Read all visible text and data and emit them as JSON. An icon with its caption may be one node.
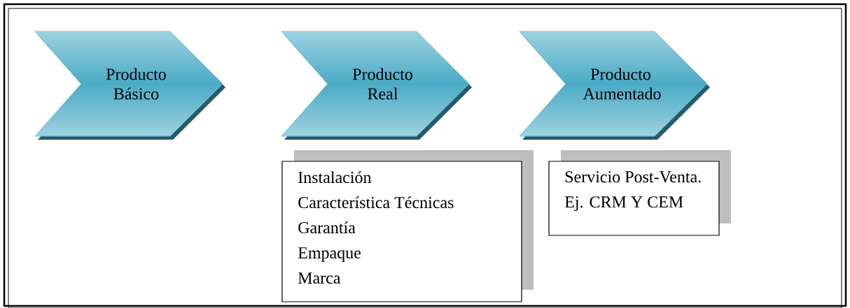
{
  "diagram": {
    "nodes": [
      {
        "text": [
          "Producto Básico"
        ]
      },
      {
        "text": [
          "Producto Real"
        ]
      },
      {
        "text": [
          "Producto Aumentado"
        ]
      },
      {
        "text": [
          "Instalación",
          "Característica Técnicas",
          "Garantía",
          "Empaque",
          "Marca"
        ]
      },
      {
        "text": [
          "Servicio Post-Venta.",
          "Ej. CRM Y CEM"
        ]
      }
    ]
  }
}
